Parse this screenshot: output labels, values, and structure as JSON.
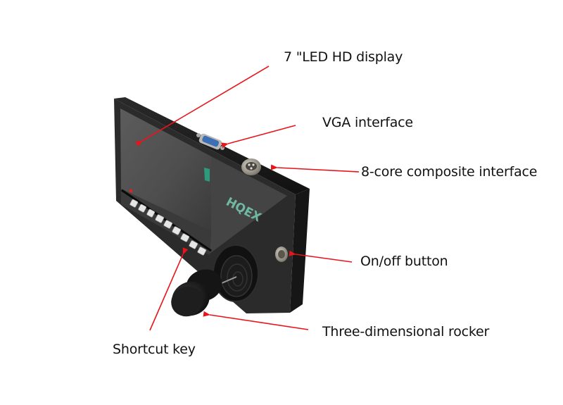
{
  "diagram": {
    "subject": "handheld monitor controller with joystick",
    "brand_logo": "HQEX",
    "arrow_color": "#e8141b",
    "labels": [
      {
        "id": "display",
        "text": "7 \"LED HD display"
      },
      {
        "id": "vga",
        "text": "VGA interface"
      },
      {
        "id": "core8",
        "text": "8-core composite interface"
      },
      {
        "id": "onoff",
        "text": "On/off button"
      },
      {
        "id": "rocker",
        "text": "Three-dimensional rocker"
      },
      {
        "id": "shortcut",
        "text": "Shortcut key"
      }
    ]
  }
}
